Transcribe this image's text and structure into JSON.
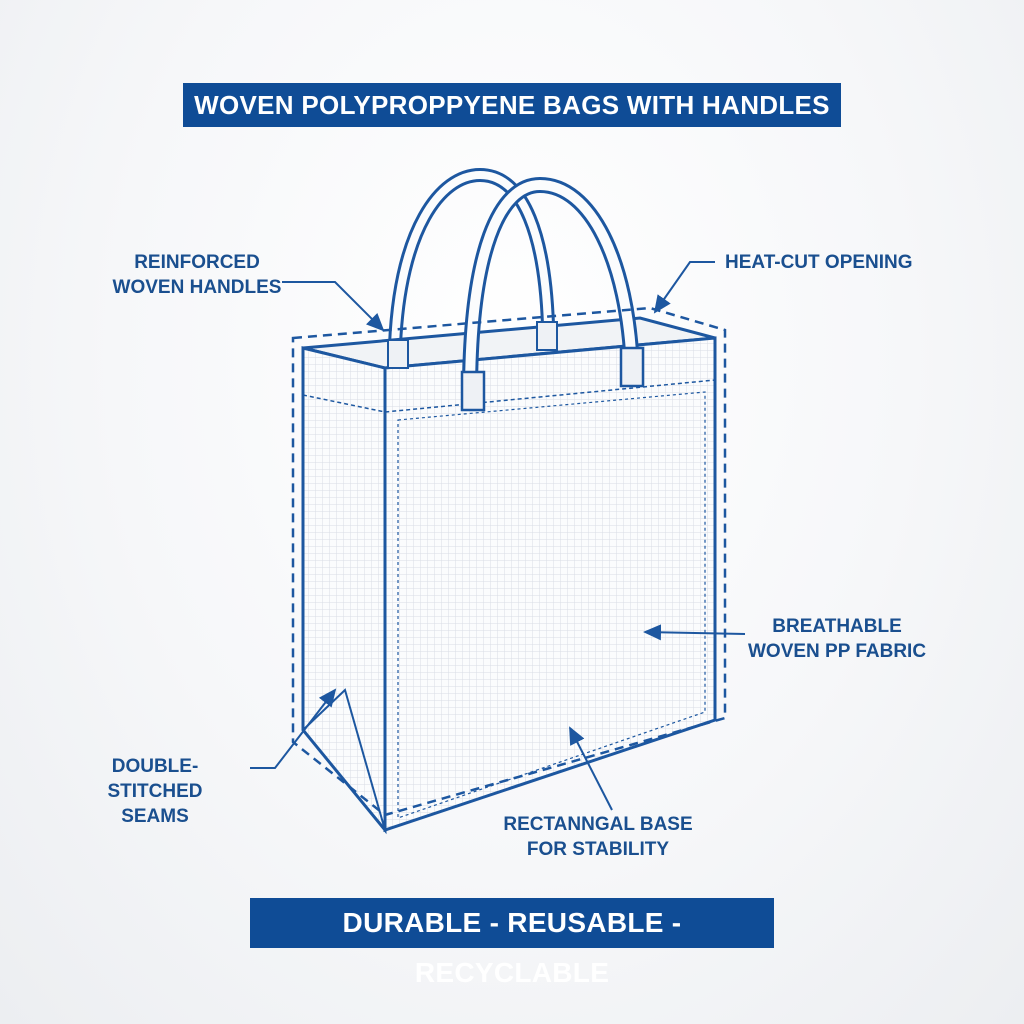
{
  "title": "WOVEN POLYPROPPYENE BAGS WITH HANDLES",
  "footer": "DURABLE - REUSABLE - RECYCLABLE",
  "labels": {
    "handles": [
      "REINFORCED",
      "WOVEN HANDLES"
    ],
    "opening": "HEAT-CUT OPENING",
    "fabric": [
      "BREATHABLE",
      "WOVEN PP FABRIC"
    ],
    "seams": [
      "DOUBLE-STITCHED",
      "SEAMS"
    ],
    "base": [
      "RECTANNGAL BASE",
      "FOR STABILITY"
    ]
  },
  "colors": {
    "accent": "#0f4c96",
    "label": "#1a4f8f",
    "line": "#1d57a0"
  }
}
